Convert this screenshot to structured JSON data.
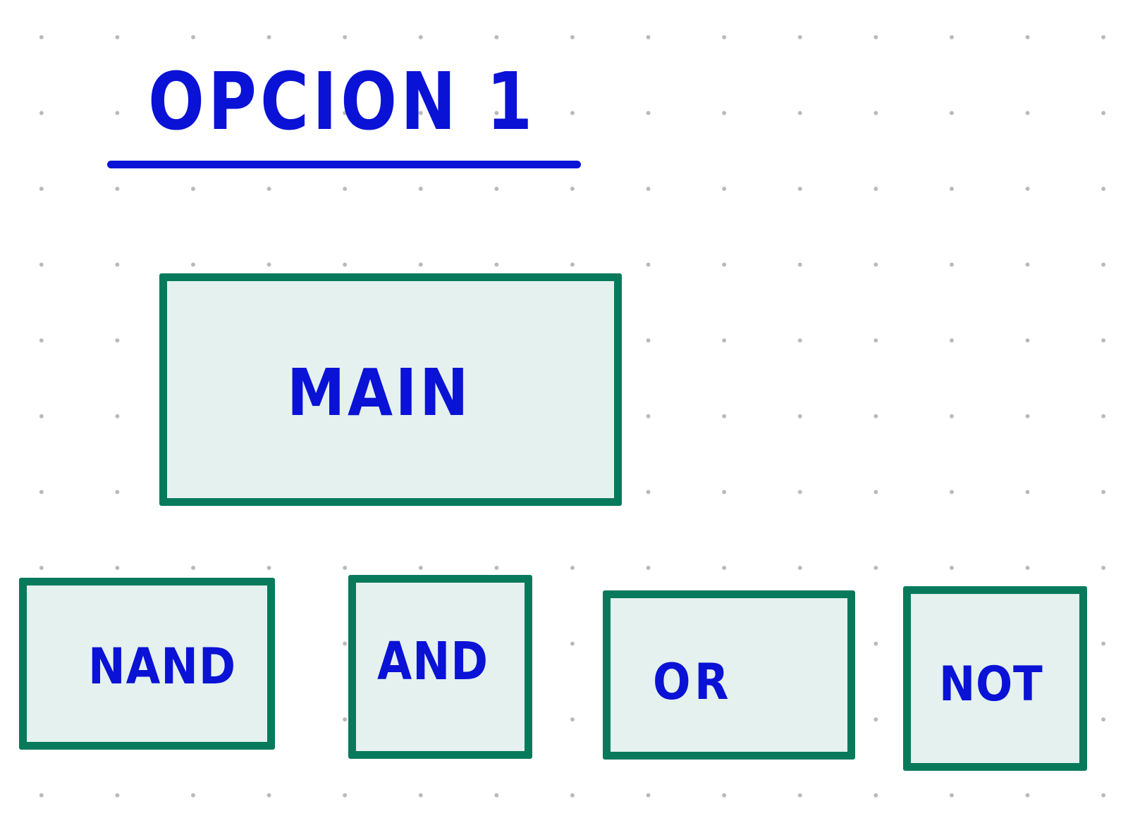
{
  "title": "OPCION 1",
  "boxes": {
    "main": "MAIN",
    "nand": "NAND",
    "and": "AND",
    "or": "OR",
    "not": "NOT"
  },
  "colors": {
    "ink": "#0a12d6",
    "box_border": "#087a5c",
    "box_fill": "#e4f1ee",
    "grid_dot": "#b9b9b9",
    "background": "#ffffff"
  }
}
